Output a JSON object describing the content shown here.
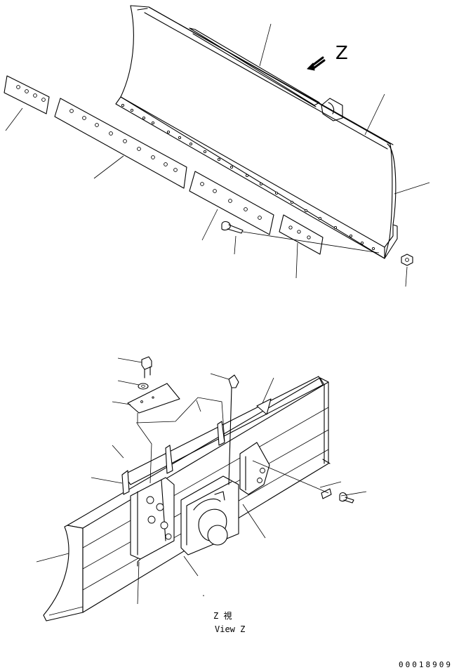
{
  "view_arrow": {
    "letter": "Z"
  },
  "caption": {
    "line1": "Z 視",
    "line2": "View Z"
  },
  "document_number": "00018909"
}
